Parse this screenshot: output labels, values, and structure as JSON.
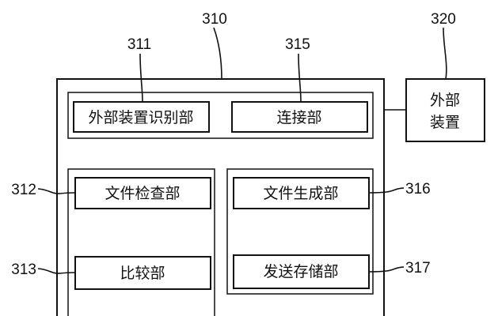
{
  "refs": {
    "r310": "310",
    "r311": "311",
    "r312": "312",
    "r313": "313",
    "r315": "315",
    "r316": "316",
    "r317": "317",
    "r320": "320"
  },
  "labels": {
    "external_device_line1": "外部",
    "external_device_line2": "装置",
    "external_device_identification": "外部装置识别部",
    "connection": "连接部",
    "file_check": "文件检查部",
    "file_generation": "文件生成部",
    "comparison": "比较部",
    "send_storage": "发送存储部"
  }
}
